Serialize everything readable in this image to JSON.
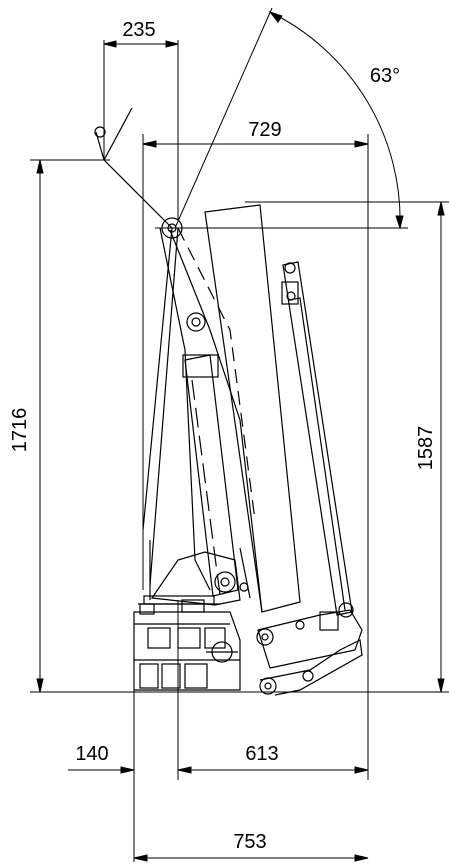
{
  "dimensions": {
    "top_offset": "235",
    "reach_width": "729",
    "boom_angle": "63°",
    "overall_height": "1716",
    "folded_height": "1587",
    "rear_offset": "140",
    "front_length": "613",
    "overall_length": "753"
  }
}
